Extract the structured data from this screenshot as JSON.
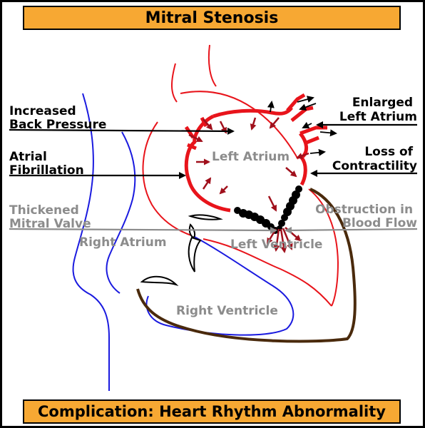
{
  "title": "Mitral Stenosis",
  "footer": "Complication: Heart Rhythm Abnormality",
  "labels": {
    "increased_back_pressure": [
      "Increased",
      "Back Pressure"
    ],
    "atrial_fibrillation": [
      "Atrial",
      "Fibrillation"
    ],
    "thickened_mitral_valve": [
      "Thickened",
      "Mitral Valve"
    ],
    "enlarged_left_atrium": [
      "Enlarged",
      "Left Atrium"
    ],
    "loss_of_contractility": [
      "Loss of",
      "Contractility"
    ],
    "obstruction_in_blood_flow": [
      "Obstruction in",
      "Blood Flow"
    ],
    "left_atrium": "Left Atrium",
    "right_atrium": "Right Atrium",
    "left_ventricle": "Left Ventricle",
    "right_ventricle": "Right Ventricle"
  },
  "colors": {
    "banner": "#f7a833",
    "left_heart": "#e8141b",
    "right_heart": "#1a1adf",
    "ventricle_wall": "#4a2a0c",
    "arrow_blood": "#a0101c",
    "gray_label": "#8c8c8c"
  }
}
